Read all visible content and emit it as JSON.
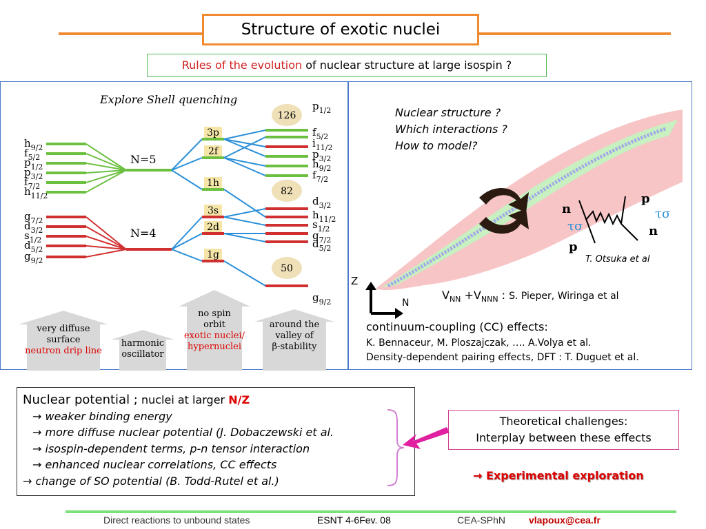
{
  "title": "Structure of exotic nuclei",
  "subtitle": {
    "highlight": "Rules of the evolution",
    "rest": " of nuclear structure at large isospin ?"
  },
  "left_panel": {
    "heading": "Explore Shell quenching",
    "n5": "N=5",
    "n4": "N=4",
    "magic": [
      "126",
      "82",
      "50"
    ],
    "ho_levels": [
      "3p",
      "2f",
      "1h",
      "3s",
      "2d",
      "1g"
    ],
    "left_orbitals": [
      {
        "l": "h",
        "j": "9/2"
      },
      {
        "l": "f",
        "j": "5/2"
      },
      {
        "l": "p",
        "j": "1/2"
      },
      {
        "l": "p",
        "j": "3/2"
      },
      {
        "l": "f",
        "j": "7/2"
      },
      {
        "l": "h",
        "j": "11/2"
      },
      {
        "l": "g",
        "j": "7/2"
      },
      {
        "l": "d",
        "j": "3/2"
      },
      {
        "l": "s",
        "j": "1/2"
      },
      {
        "l": "d",
        "j": "5/2"
      },
      {
        "l": "g",
        "j": "9/2"
      }
    ],
    "right_orbitals": [
      {
        "l": "p",
        "j": "1/2"
      },
      {
        "l": "f",
        "j": "5/2"
      },
      {
        "l": "i",
        "j": "11/2"
      },
      {
        "l": "p",
        "j": "3/2"
      },
      {
        "l": "h",
        "j": "9/2"
      },
      {
        "l": "f",
        "j": "7/2"
      },
      {
        "l": "d",
        "j": "3/2"
      },
      {
        "l": "h",
        "j": "11/2"
      },
      {
        "l": "s",
        "j": "1/2"
      },
      {
        "l": "g",
        "j": "7/2"
      },
      {
        "l": "d",
        "j": "5/2"
      },
      {
        "l": "g",
        "j": "9/2"
      }
    ],
    "arrows": [
      {
        "lines": [
          "very diffuse",
          "surface"
        ],
        "red": "neutron drip line"
      },
      {
        "lines": [
          "harmonic",
          "oscillator"
        ],
        "red": ""
      },
      {
        "lines": [
          "no spin",
          "orbit"
        ],
        "red": "exotic nuclei/",
        "red2": "hypernuclei"
      },
      {
        "lines": [
          "around the",
          "valley of",
          "β-stability"
        ],
        "red": ""
      }
    ],
    "colors": {
      "green": "#6cc040",
      "red": "#d03030",
      "blue": "#2a8fd8",
      "magic": "#efe0b8"
    }
  },
  "right_panel": {
    "questions": [
      "Nuclear structure ?",
      "Which interactions ?",
      "How to model?"
    ],
    "diagram": {
      "n1": "n",
      "p1": "p",
      "p2": "p",
      "n2": "n",
      "ts": "τσ"
    },
    "otsuka": "T. Otsuka et al",
    "axis_z": "Z",
    "axis_n": "N",
    "vnn": {
      "v1": "V",
      "s1": "NN",
      "plus": " +V",
      "s2": "NNN",
      "colon": " : ",
      "authors": "S. Pieper, Wiringa et al"
    },
    "cc_title": "continuum-coupling (CC) effects:",
    "cc_authors": "K. Bennaceur, M. Ploszajczak, …. A.Volya et al.",
    "pairing": "Density-dependent pairing effects, DFT : T. Duguet et al."
  },
  "nuclear_potential": {
    "head": "Nuclear potential ;",
    "head2": " nuclei at larger ",
    "nz": "N/Z",
    "items": [
      "→ weaker binding energy",
      "→ more diffuse nuclear potential (J. Dobaczewski et al.",
      "→ isospin-dependent terms, p-n tensor interaction",
      "→ enhanced nuclear correlations, CC effects",
      "→ change of SO potential (B. Todd-Rutel  et al.)"
    ]
  },
  "challenges": [
    "Theoretical challenges:",
    "Interplay between these effects"
  ],
  "experimental": "→ Experimental exploration",
  "footer": {
    "left": "Direct reactions to unbound states",
    "mid": "ESNT 4-6Fev. 08",
    "cea": "CEA-SPhN",
    "email": "vlapoux@cea.fr"
  }
}
